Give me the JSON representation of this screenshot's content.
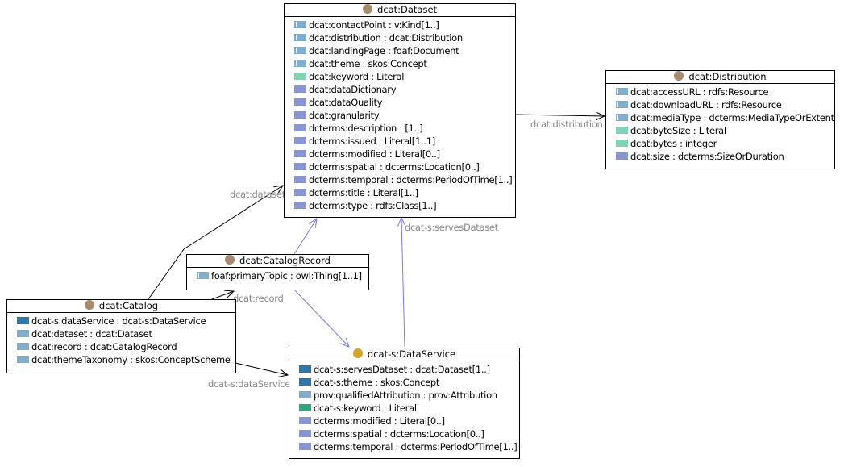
{
  "colors": {
    "class_dot": "#a88a6e",
    "service_dot": "#d2a62e",
    "object_prop": "#82aecd",
    "service_object_prop": "#2d77aa",
    "datatype_prop": "#80d3b3",
    "service_datatype_prop": "#2ea878",
    "annotation_prop": "#8a96d3",
    "link_black": "#000000",
    "link_blue": "#7a7ae8"
  },
  "classes": {
    "dataset": {
      "title": "dcat:Dataset",
      "icon": "class-dot-icon",
      "attributes": [
        {
          "label": "dcat:contactPoint : v:Kind[1..]",
          "kind": "object"
        },
        {
          "label": "dcat:distribution : dcat:Distribution",
          "kind": "object"
        },
        {
          "label": "dcat:landingPage : foaf:Document",
          "kind": "object"
        },
        {
          "label": "dcat:theme : skos:Concept",
          "kind": "object"
        },
        {
          "label": "dcat:keyword : Literal",
          "kind": "datatype"
        },
        {
          "label": "dcat:dataDictionary",
          "kind": "annotation"
        },
        {
          "label": "dcat:dataQuality",
          "kind": "annotation"
        },
        {
          "label": "dcat:granularity",
          "kind": "annotation"
        },
        {
          "label": "dcterms:description : [1..]",
          "kind": "annotation"
        },
        {
          "label": "dcterms:issued : Literal[1..1]",
          "kind": "annotation"
        },
        {
          "label": "dcterms:modified : Literal[0..]",
          "kind": "annotation"
        },
        {
          "label": "dcterms:spatial : dcterms:Location[0..]",
          "kind": "annotation"
        },
        {
          "label": "dcterms:temporal : dcterms:PeriodOfTime[1..]",
          "kind": "annotation"
        },
        {
          "label": "dcterms:title : Literal[1..]",
          "kind": "annotation"
        },
        {
          "label": "dcterms:type : rdfs:Class[1..]",
          "kind": "annotation"
        }
      ]
    },
    "distribution": {
      "title": "dcat:Distribution",
      "icon": "class-dot-icon",
      "attributes": [
        {
          "label": "dcat:accessURL : rdfs:Resource",
          "kind": "object"
        },
        {
          "label": "dcat:downloadURL : rdfs:Resource",
          "kind": "object"
        },
        {
          "label": "dcat:mediaType : dcterms:MediaTypeOrExtent",
          "kind": "object"
        },
        {
          "label": "dcat:byteSize : Literal",
          "kind": "datatype"
        },
        {
          "label": "dcat:bytes : integer",
          "kind": "datatype"
        },
        {
          "label": "dcat:size : dcterms:SizeOrDuration",
          "kind": "annotation"
        }
      ]
    },
    "catalog_record": {
      "title": "dcat:CatalogRecord",
      "icon": "class-dot-icon",
      "attributes": [
        {
          "label": "foaf:primaryTopic : owl:Thing[1..1]",
          "kind": "object"
        }
      ]
    },
    "catalog": {
      "title": "dcat:Catalog",
      "icon": "class-dot-icon",
      "attributes": [
        {
          "label": "dcat-s:dataService : dcat-s:DataService",
          "kind": "service_object"
        },
        {
          "label": "dcat:dataset : dcat:Dataset",
          "kind": "object"
        },
        {
          "label": "dcat:record : dcat:CatalogRecord",
          "kind": "object"
        },
        {
          "label": "dcat:themeTaxonomy : skos:ConceptScheme",
          "kind": "object"
        }
      ]
    },
    "data_service": {
      "title": "dcat-s:DataService",
      "icon": "service-dot-icon",
      "attributes": [
        {
          "label": "dcat-s:servesDataset : dcat:Dataset[1..]",
          "kind": "service_object"
        },
        {
          "label": "dcat-s:theme : skos:Concept",
          "kind": "service_object"
        },
        {
          "label": "prov:qualifiedAttribution : prov:Attribution",
          "kind": "object"
        },
        {
          "label": "dcat-s:keyword : Literal",
          "kind": "service_datatype"
        },
        {
          "label": "dcterms:modified : Literal[0..]",
          "kind": "annotation"
        },
        {
          "label": "dcterms:spatial : dcterms:Location[0..]",
          "kind": "annotation"
        },
        {
          "label": "dcterms:temporal : dcterms:PeriodOfTime[1..]",
          "kind": "annotation"
        }
      ]
    }
  },
  "links": [
    {
      "label": "dcat:distribution",
      "from": "dcat:Dataset",
      "to": "dcat:Distribution",
      "style": "black"
    },
    {
      "label": "dcat:dataset",
      "from": "dcat:Catalog",
      "to": "dcat:Dataset",
      "style": "black"
    },
    {
      "label": "dcat:record",
      "from": "dcat:Catalog",
      "to": "dcat:CatalogRecord",
      "style": "black"
    },
    {
      "label": "dcat-s:dataService",
      "from": "dcat:Catalog",
      "to": "dcat-s:DataService",
      "style": "black"
    },
    {
      "label": "dcat-s:servesDataset",
      "from": "dcat-s:DataService",
      "to": "dcat:Dataset",
      "style": "blue"
    },
    {
      "label": "",
      "from": "dcat:CatalogRecord",
      "to": "dcat:Dataset",
      "style": "blue"
    },
    {
      "label": "",
      "from": "dcat:CatalogRecord",
      "to": "dcat-s:DataService",
      "style": "blue"
    }
  ]
}
